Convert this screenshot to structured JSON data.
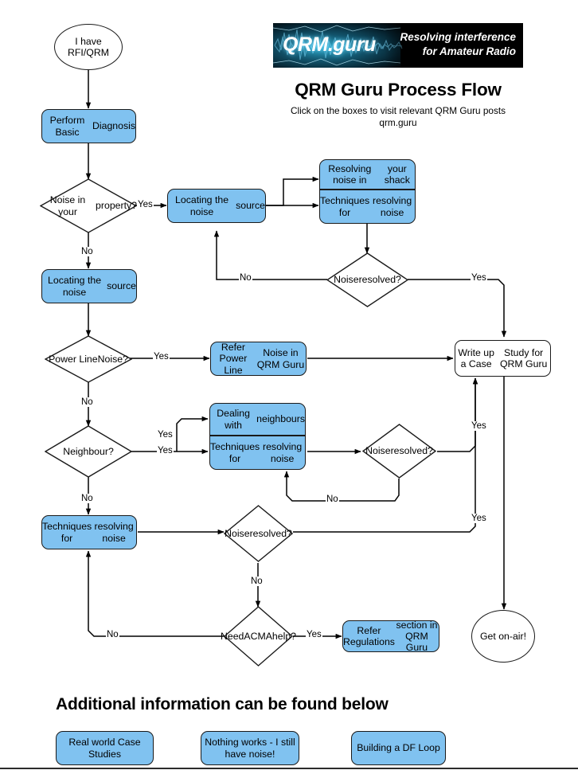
{
  "header": {
    "banner_brand": "QRM.guru",
    "banner_tagline_line1": "Resolving interference",
    "banner_tagline_line2": "for Amateur Radio",
    "title": "QRM Guru Process Flow",
    "subtitle_line1": "Click on the boxes to visit relevant QRM Guru posts",
    "subtitle_line2": "qrm.guru"
  },
  "colors": {
    "process_fill": "#80c2f0",
    "node_stroke": "#1a1a1a",
    "banner_bg": "#000000",
    "banner_wave": "#2aa6c8"
  },
  "nodes": {
    "start": "I have\nRFI/QRM",
    "start_line1": "I have",
    "start_line2": "RFI/QRM",
    "perform_basic_diagnosis": "Perform Basic\nDiagnosis",
    "noise_in_property": "Noise in your\nproperty?",
    "locating_noise_source_top": "Locating the noise\nsource",
    "resolving_noise_shack": "Resolving noise in\nyour shack",
    "techniques_resolving_noise_top": "Techniques for\nresolving noise",
    "noise_resolved_top": "Noise\nresolved?",
    "locating_noise_source_left": "Locating the noise\nsource",
    "power_line_noise": "Power Line\nNoise?",
    "refer_power_line": "Refer Power Line\nNoise in QRM Guru",
    "write_case_study": "Write up a Case\nStudy for QRM Guru",
    "neighbour": "Neighbour?",
    "dealing_with_neighbours": "Dealing with\nneighbours",
    "techniques_resolving_noise_mid": "Techniques for\nresolving noise",
    "noise_resolved_mid": "Noise\nresolved?",
    "techniques_resolving_noise_left": "Techniques for\nresolving noise",
    "noise_resolved_bottom": "Noise\nresolved?",
    "need_acma_help": "Need\nACMA\nhelp?",
    "refer_regulations": "Refer Regulations\nsection in QRM Guru",
    "get_on_air": "Get on-air!"
  },
  "edge_labels": {
    "yes_property": "Yes",
    "no_property": "No",
    "no_resolved_top": "No",
    "yes_resolved_top": "Yes",
    "yes_power_line": "Yes",
    "no_power_line": "No",
    "yes_neighbour_upper": "Yes",
    "yes_neighbour_lower": "Yes",
    "no_neighbour": "No",
    "no_resolved_mid": "No",
    "yes_resolved_mid": "Yes",
    "yes_resolved_bottom": "Yes",
    "no_resolved_bottom": "No",
    "no_acma": "No",
    "yes_acma": "Yes"
  },
  "footer": {
    "heading": "Additional information can be found below",
    "boxes": [
      {
        "label": "Real world Case\nStudies",
        "line1": "Real world Case",
        "line2": "Studies"
      },
      {
        "label": "Nothing works  - I still\nhave noise!",
        "line1": "Nothing works  - I still",
        "line2": "have noise!"
      },
      {
        "label": "Building a DF Loop",
        "line1": "Building a DF Loop",
        "line2": ""
      }
    ]
  }
}
